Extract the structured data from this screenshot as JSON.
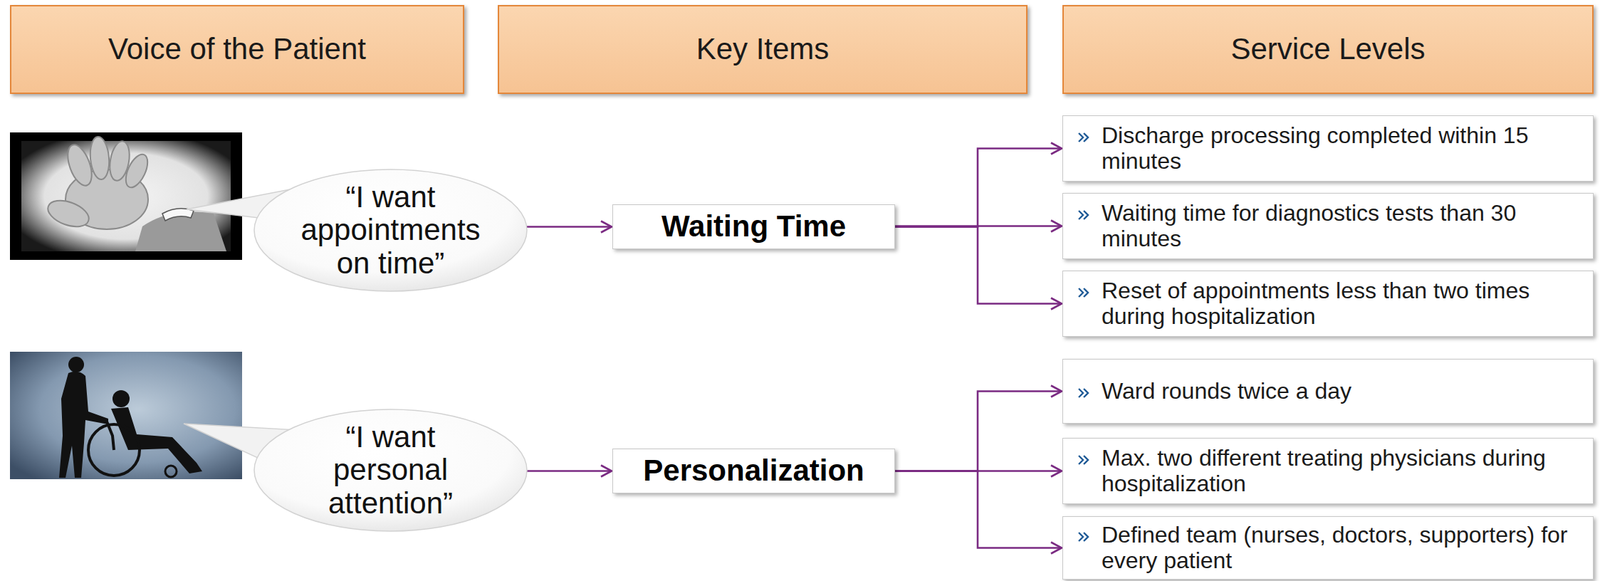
{
  "diagram": {
    "nodes": [
      {
        "text": [
          "Voice of the Patient"
        ]
      },
      {
        "text": [
          "Key Items"
        ]
      },
      {
        "text": [
          "Service Levels"
        ]
      },
      {
        "text": [
          "“I want appointments on time”"
        ]
      },
      {
        "text": [
          "Waiting Time"
        ]
      },
      {
        "text": [
          "Discharge processing completed within 15 minutes"
        ]
      },
      {
        "text": [
          "Waiting time for diagnostics tests than 30 minutes"
        ]
      },
      {
        "text": [
          "Reset of appointments less than two times during hospitalization"
        ]
      },
      {
        "text": [
          "“I want personal attention”"
        ]
      },
      {
        "text": [
          "Personalization"
        ]
      },
      {
        "text": [
          "Ward rounds twice a day"
        ]
      },
      {
        "text": [
          "Max. two different treating physicians during hospitalization"
        ]
      },
      {
        "text": [
          "Defined team (nurses, doctors, supporters) for every patient"
        ]
      }
    ],
    "edges": [
      {
        "from": 3,
        "to": 4,
        "arrow": "to"
      },
      {
        "from": 4,
        "to": 5,
        "arrow": "to"
      },
      {
        "from": 4,
        "to": 6,
        "arrow": "to"
      },
      {
        "from": 4,
        "to": 7,
        "arrow": "to"
      },
      {
        "from": 8,
        "to": 9,
        "arrow": "to"
      },
      {
        "from": 9,
        "to": 10,
        "arrow": "to"
      },
      {
        "from": 9,
        "to": 11,
        "arrow": "to"
      },
      {
        "from": 9,
        "to": 12,
        "arrow": "to"
      }
    ]
  }
}
